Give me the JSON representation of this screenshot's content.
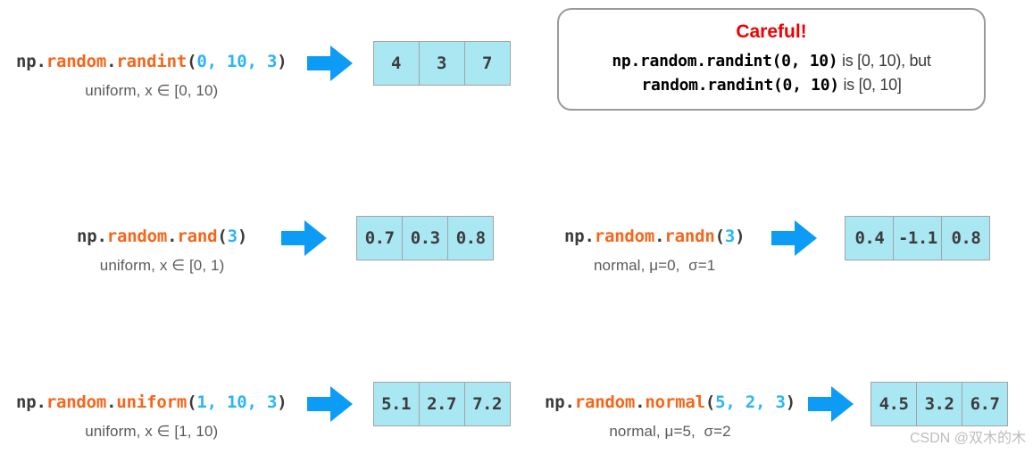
{
  "colors": {
    "accent_orange": "#f4661b",
    "accent_blue": "#29b5f6",
    "arrow_blue": "#0d9cf5",
    "cell_fill": "#a9e7f3",
    "cell_border": "#a3a3a3",
    "alert_red": "#ee0000",
    "text_gray": "#5a5a5a",
    "code_dark": "#3c3c3c"
  },
  "rows": [
    {
      "id": "randint",
      "code": {
        "prefix": "np.",
        "module": "random",
        "dot": ".",
        "func": "randint",
        "open": "(",
        "args": "0, 10, 3",
        "close": ")"
      },
      "caption": "uniform, x ∈ [0, 10)",
      "arrow_icon": "right-arrow-icon",
      "values": [
        "4",
        "3",
        "7"
      ]
    },
    {
      "id": "rand",
      "code": {
        "prefix": "np.",
        "module": "random",
        "dot": ".",
        "func": "rand",
        "open": "(",
        "args": "3",
        "close": ")"
      },
      "caption": "uniform, x ∈ [0, 1)",
      "arrow_icon": "right-arrow-icon",
      "values": [
        "0.7",
        "0.3",
        "0.8"
      ]
    },
    {
      "id": "randn",
      "code": {
        "prefix": "np.",
        "module": "random",
        "dot": ".",
        "func": "randn",
        "open": "(",
        "args": "3",
        "close": ")"
      },
      "caption": "normal, μ=0,  σ=1",
      "arrow_icon": "right-arrow-icon",
      "values": [
        "0.4",
        "-1.1",
        "0.8"
      ]
    },
    {
      "id": "uniform",
      "code": {
        "prefix": "np.",
        "module": "random",
        "dot": ".",
        "func": "uniform",
        "open": "(",
        "args": "1, 10, 3",
        "close": ")"
      },
      "caption": "uniform, x ∈ [1, 10)",
      "arrow_icon": "right-arrow-icon",
      "values": [
        "5.1",
        "2.7",
        "7.2"
      ]
    },
    {
      "id": "normal",
      "code": {
        "prefix": "np.",
        "module": "random",
        "dot": ".",
        "func": "normal",
        "open": "(",
        "args": "5, 2, 3",
        "close": ")"
      },
      "caption": "normal, μ=5,  σ=2",
      "arrow_icon": "right-arrow-icon",
      "values": [
        "4.5",
        "3.2",
        "6.7"
      ]
    }
  ],
  "note": {
    "title": "Careful!",
    "line1": {
      "prefix": "np.",
      "module": "random",
      "dot": ".",
      "func": "randint",
      "open": "(",
      "args": "0, 10",
      "close": ")",
      "tail": " is [0, 10), but"
    },
    "line2": {
      "prefix": "",
      "module": "random",
      "dot": ".",
      "func": "randint",
      "open": "(",
      "args": "0, 10",
      "close": ")",
      "tail": " is [0, 10]"
    }
  },
  "watermark": "CSDN @双木的木"
}
